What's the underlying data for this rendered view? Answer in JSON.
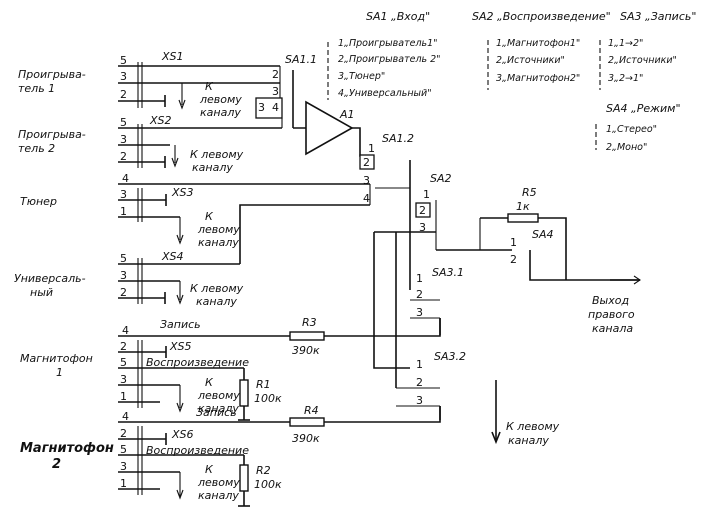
{
  "sources": {
    "player1": [
      "Проигрыва-",
      "тель 1"
    ],
    "player2": [
      "Проигрыва-",
      "тель 2"
    ],
    "tuner": "Тюнер",
    "universal": [
      "Универсаль-",
      "ный"
    ],
    "tape1": [
      "Магнитофон",
      "1"
    ],
    "tape2": [
      "Магнитофон",
      "2"
    ]
  },
  "connectors": {
    "xs1": "XS1",
    "xs2": "XS2",
    "xs3": "XS3",
    "xs4": "XS4",
    "xs5": "XS5",
    "xs6": "XS6"
  },
  "to_left_channel": [
    "К",
    "левому",
    "каналу"
  ],
  "to_left_channel_inline": [
    "К левому",
    "каналу"
  ],
  "to_left_channel_bottom": [
    "К левому",
    "каналу"
  ],
  "tape_labels": {
    "record": "Запись",
    "playback": "Воспроизведение"
  },
  "components": {
    "a1": "A1",
    "r1": "R1",
    "r1_value": "100к",
    "r2": "R2",
    "r2_value": "100к",
    "r3": "R3",
    "r3_value": "390к",
    "r4": "R4",
    "r4_value": "390к",
    "r5": "R5",
    "r5_value": "1к"
  },
  "switches": {
    "sa11": "SA1.1",
    "sa12": "SA1.2",
    "sa2": "SA2",
    "sa31": "SA3.1",
    "sa32": "SA3.2",
    "sa4": "SA4"
  },
  "output": [
    "Выход",
    "правого",
    "канала"
  ],
  "legend": {
    "sa1_title": "SA1 „Вход\"",
    "sa1_options": [
      "1„Проигрыватель1\"",
      "2„Проигрыватель 2\"",
      "3„Тюнер\"",
      "4„Универсальный\""
    ],
    "sa2_title": "SA2 „Воспроизведение\"",
    "sa2_options": [
      "1„Магнитофон1\"",
      "2„Источники\"",
      "3„Магнитофон2\""
    ],
    "sa3_title": "SA3 „Запись\"",
    "sa3_options": [
      "1„1→2\"",
      "2„Источники\"",
      "3„2→1\""
    ],
    "sa4_title": "SA4 „Режим\"",
    "sa4_options": [
      "1„Стерео\"",
      "2„Моно\""
    ]
  },
  "pins": [
    "1",
    "2",
    "3",
    "4",
    "5"
  ]
}
